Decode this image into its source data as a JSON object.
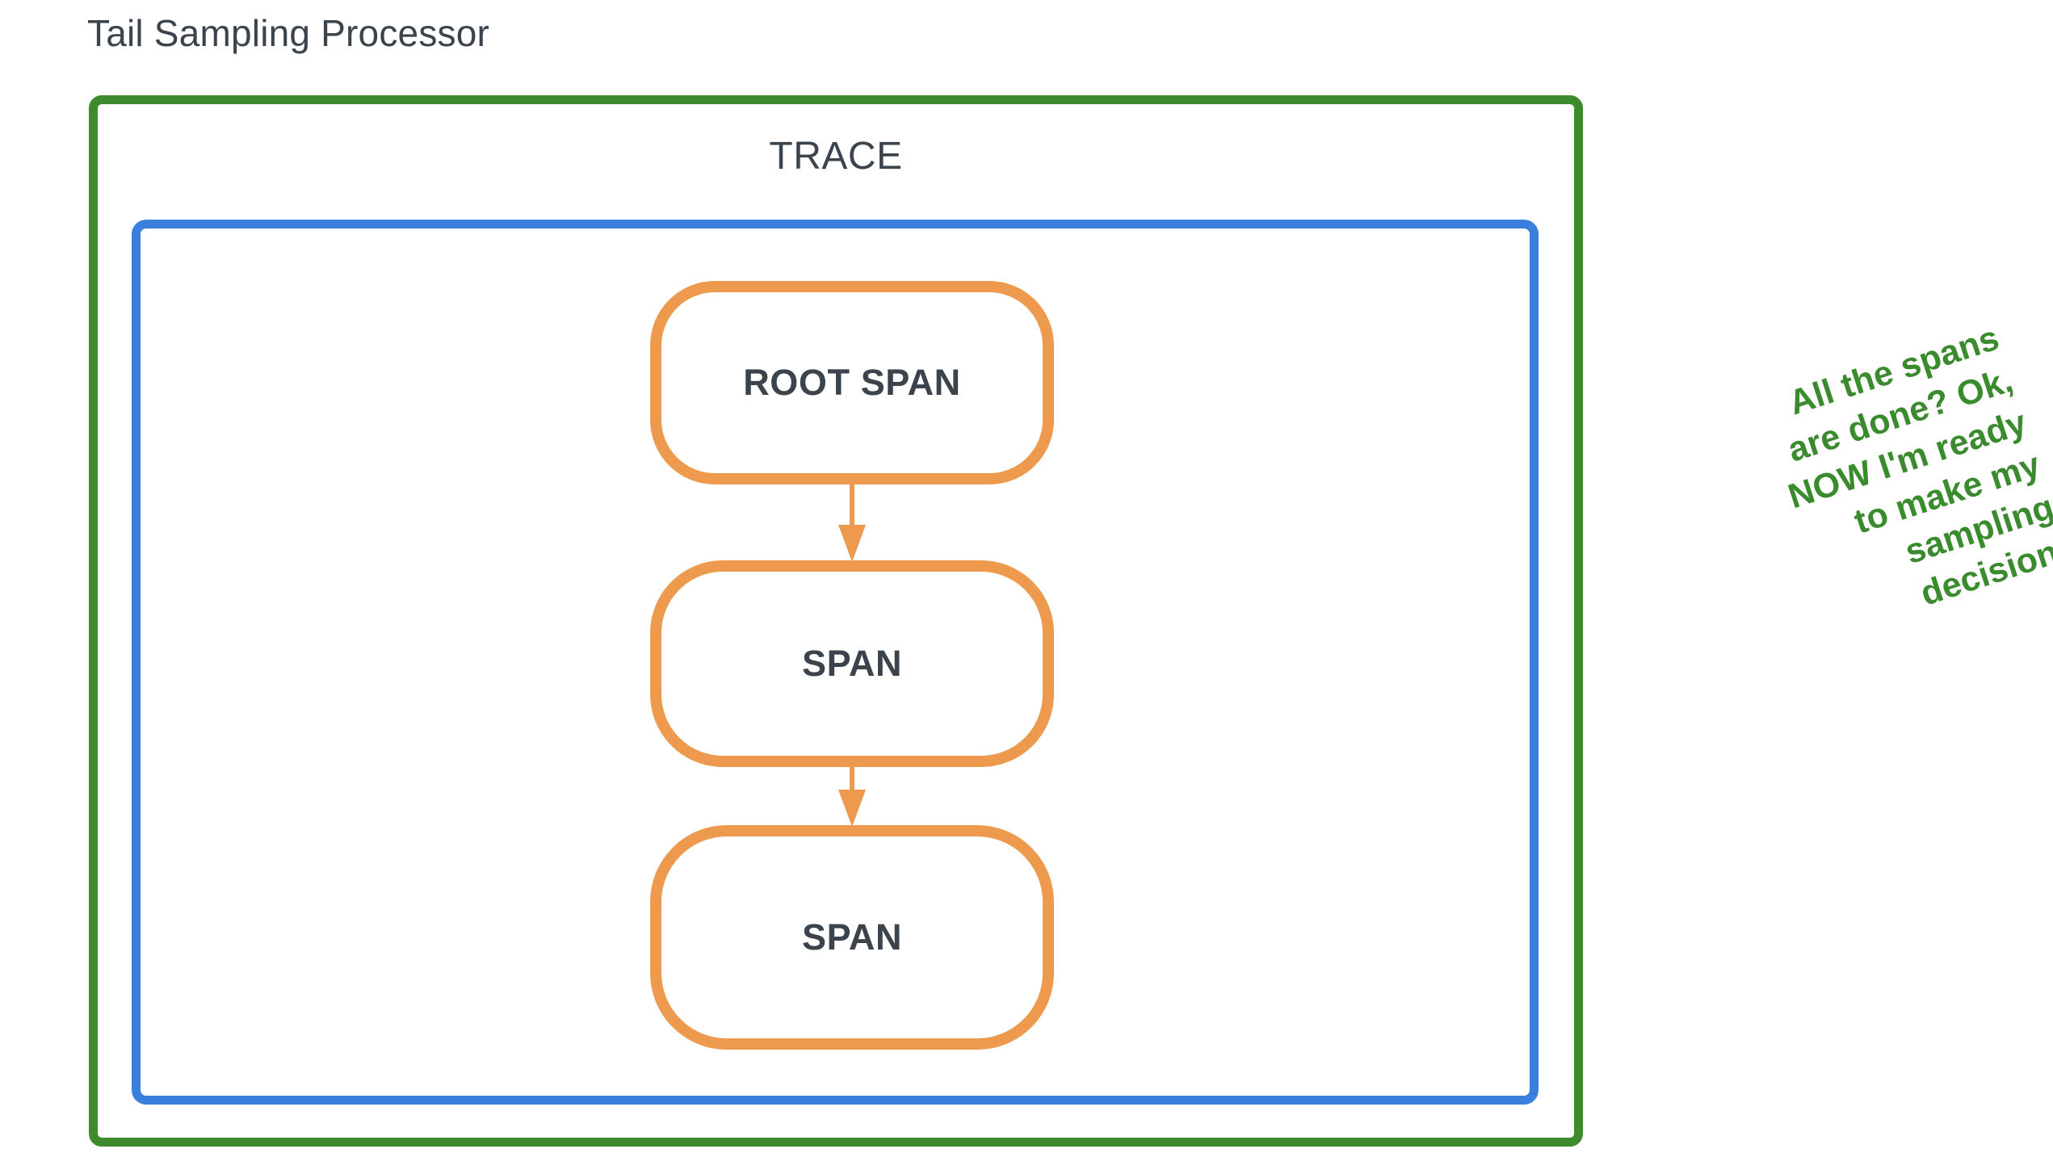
{
  "diagram": {
    "title": "Tail Sampling Processor",
    "trace_label": "TRACE",
    "spans": [
      {
        "id": "root",
        "label": "ROOT SPAN"
      },
      {
        "id": "child1",
        "label": "SPAN"
      },
      {
        "id": "child2",
        "label": "SPAN"
      }
    ],
    "annotation": {
      "lines": [
        "All the spans",
        "are done? Ok,",
        "NOW I'm ready",
        "to make my",
        "sampling",
        "decision."
      ]
    },
    "colors": {
      "processor_border": "#3d8b2c",
      "trace_border": "#3a7fdc",
      "span_border": "#ed9a4e",
      "text": "#3b434d",
      "annotation_text": "#3a8a2e",
      "background": "#ffffff"
    }
  }
}
